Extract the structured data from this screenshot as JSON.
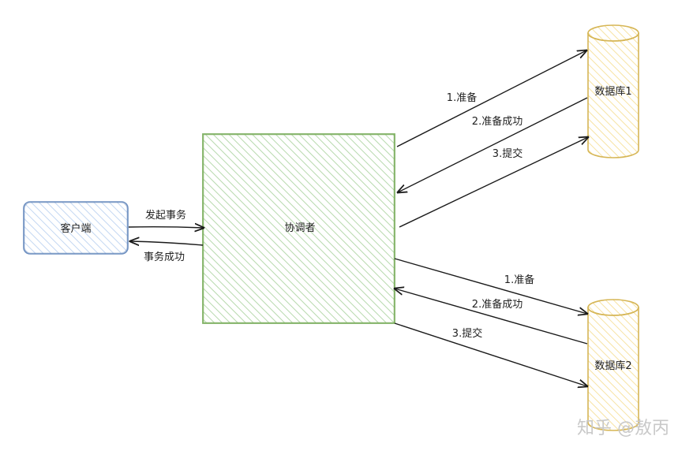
{
  "nodes": {
    "client": "客户端",
    "coordinator": "协调者",
    "db1": "数据库1",
    "db2": "数据库2"
  },
  "edges": {
    "begin_tx": "发起事务",
    "tx_success": "事务成功",
    "db1_prepare": "1.准备",
    "db1_prepare_ok": "2.准备成功",
    "db1_commit": "3.提交",
    "db2_prepare": "1.准备",
    "db2_prepare_ok": "2.准备成功",
    "db2_commit": "3.提交"
  },
  "watermark": "知乎 @敖丙",
  "colors": {
    "client_fill": "#dae8fc",
    "client_stroke": "#6c8ebf",
    "coordinator_fill": "#d5e8d4",
    "coordinator_stroke": "#82b366",
    "db_fill": "#fff2cc",
    "db_stroke": "#d6b656",
    "arrow": "#1a1a1a"
  }
}
